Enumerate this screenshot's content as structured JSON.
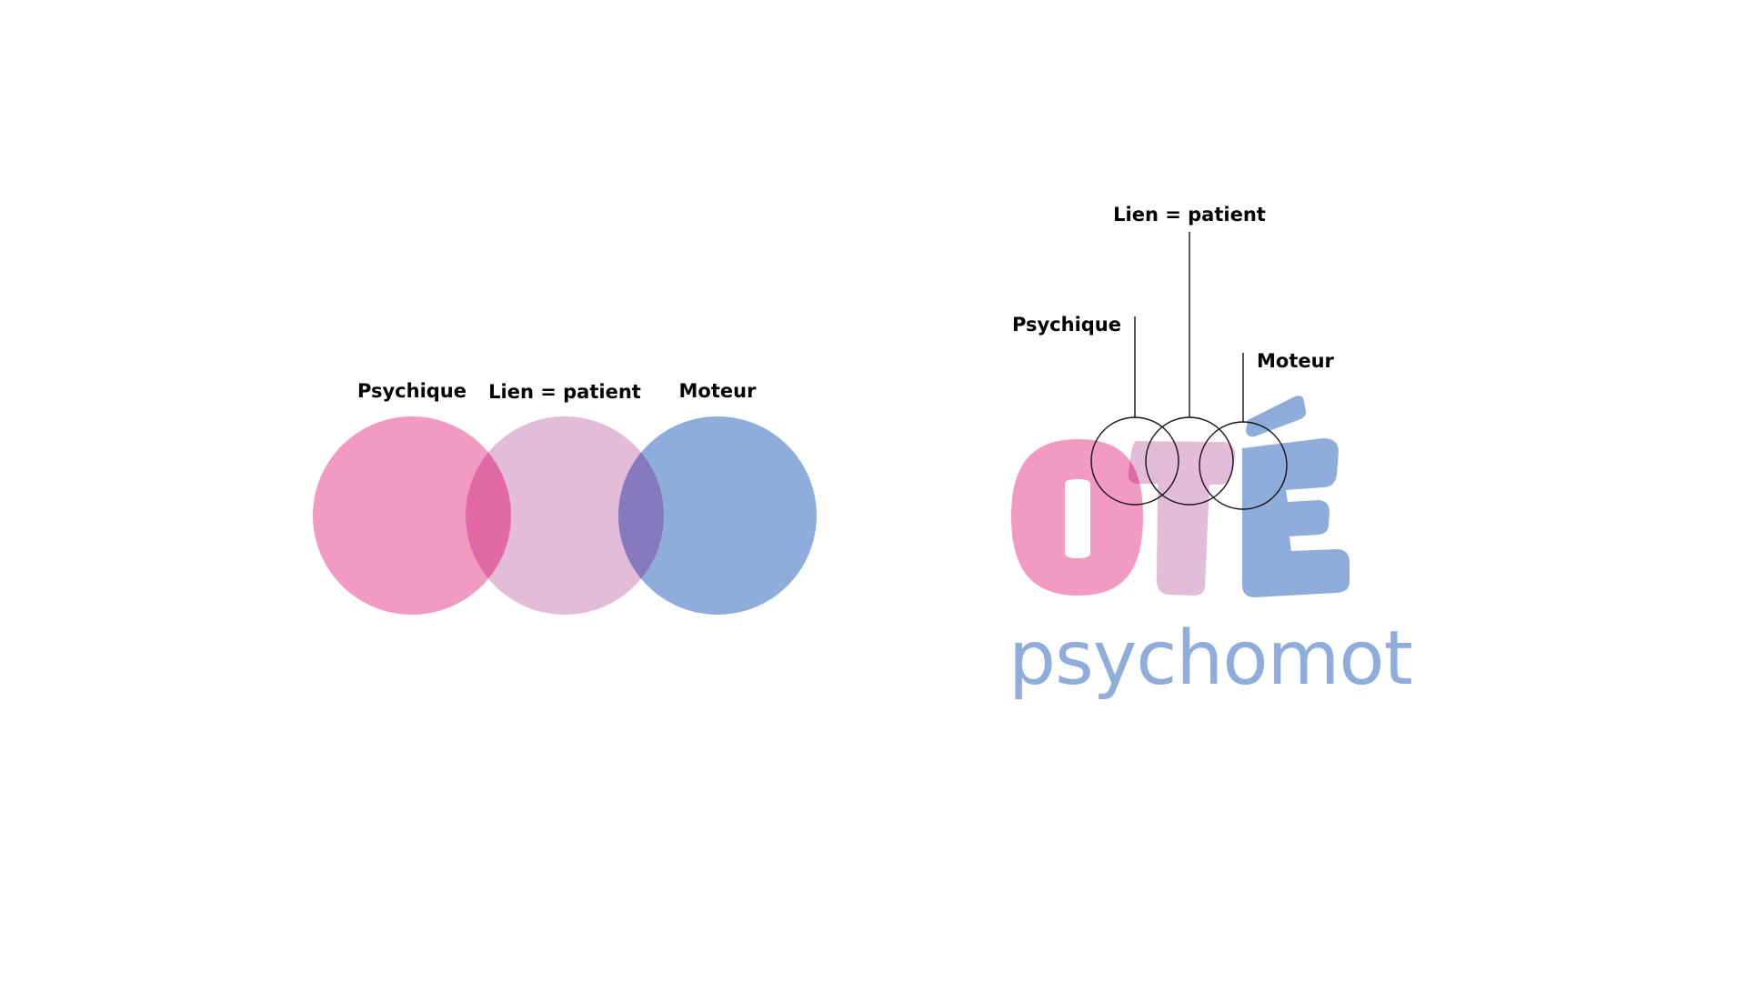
{
  "colors": {
    "psychique": "#f39ac3",
    "lien": "#e3bcda",
    "moteur": "#8fadda",
    "overlap_psychique_lien": "#e26aa4",
    "overlap_lien_moteur": "#8779bd",
    "line": "#111111",
    "brand_text": "#8fadda"
  },
  "left_diagram": {
    "psychique_label": "Psychique",
    "lien_label": "Lien = patient",
    "moteur_label": "Moteur"
  },
  "right_logo": {
    "psychique_label": "Psychique",
    "lien_label": "Lien = patient",
    "moteur_label": "Moteur",
    "brand_name": "psychomot",
    "logo_letters": "OTÉ"
  }
}
